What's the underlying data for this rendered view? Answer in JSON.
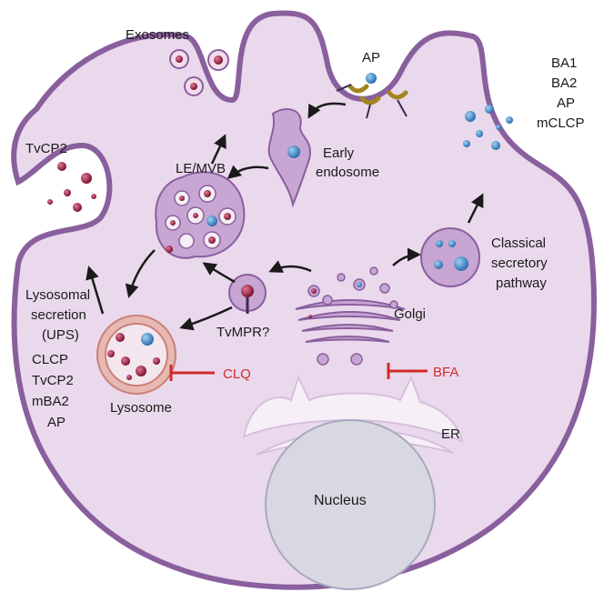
{
  "labels": {
    "exosomes": "Exosomes",
    "ap_top": "AP",
    "ba1": "BA1",
    "ba2": "BA2",
    "ap_right": "AP",
    "mclcp": "mCLCP",
    "tvcp2_top": "TvCP2",
    "le_mvb": "LE/MVB",
    "early_1": "Early",
    "early_2": "endosome",
    "classical_1": "Classical",
    "classical_2": "secretory",
    "classical_3": "pathway",
    "lysosomal_1": "Lysosomal",
    "lysosomal_2": "secretion",
    "lysosomal_3": "(UPS)",
    "tvmpr": "TvMPR?",
    "golgi": "Golgi",
    "clcp": "CLCP",
    "tvcp2_bottom": "TvCP2",
    "mba2": "mBA2",
    "ap_bottom": "AP",
    "lysosome": "Lysosome",
    "clq": "CLQ",
    "bfa": "BFA",
    "er": "ER",
    "nucleus": "Nucleus"
  },
  "colors": {
    "cytoplasm": "#ead9ec",
    "membrane": "#8a5f9e",
    "vesicle_fill": "#c8a6d3",
    "nucleus": "#d8d8e3",
    "lysosome_ring": "#d88b85",
    "blue_cargo": "#3f8fcf",
    "red_cargo": "#9c1f43",
    "inhibitor": "#d22a2a",
    "arrow": "#1a1a1a",
    "receptor": "#a3841f"
  }
}
